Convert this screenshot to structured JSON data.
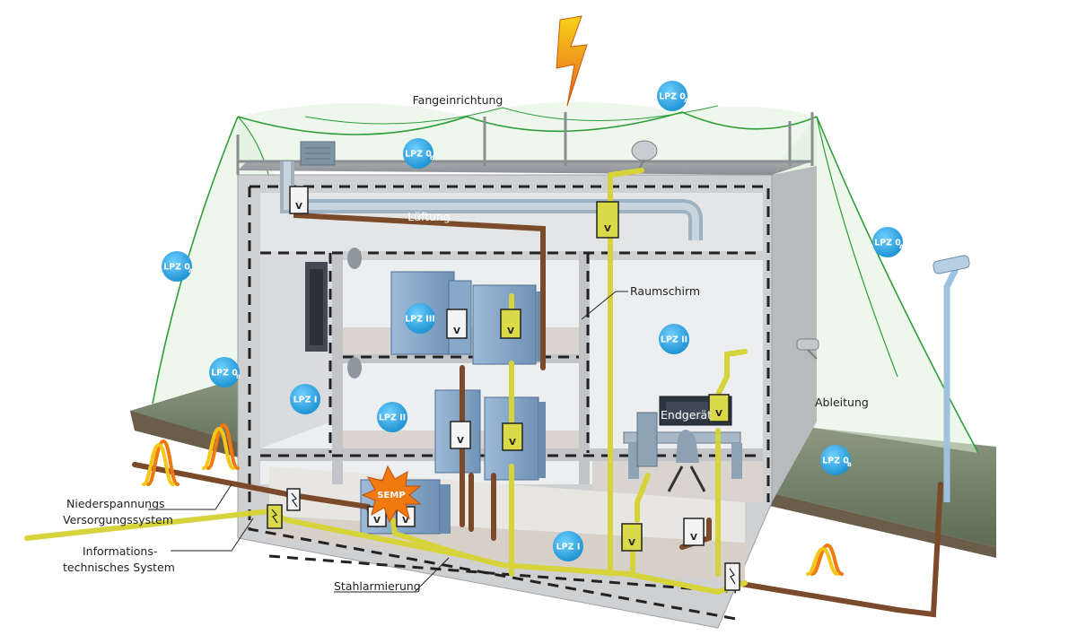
{
  "labels": {
    "fangeinrichtung": "Fangeinrichtung",
    "lueftung": "Lüftung",
    "raumschirm": "Raumschirm",
    "ableitung": "Ableitung",
    "endgeraet": "Endgerät",
    "niederspannung_1": "Niederspannungs",
    "niederspannung_2": "Versorgungssystem",
    "information_1": "Informations-",
    "information_2": "technisches System",
    "stahlarmierung": "Stahlarmierung"
  },
  "zones": [
    {
      "main": "LPZ 0",
      "sub": "A"
    },
    {
      "main": "LPZ 0",
      "sub": "B"
    },
    {
      "main": "LPZ 0",
      "sub": "A"
    },
    {
      "main": "LPZ 0",
      "sub": "A"
    },
    {
      "main": "LPZ 0",
      "sub": "B"
    },
    {
      "main": "LPZ 0",
      "sub": "B"
    },
    {
      "main": "LPZ I",
      "sub": ""
    },
    {
      "main": "LPZ II",
      "sub": ""
    },
    {
      "main": "LPZ III",
      "sub": ""
    },
    {
      "main": "LPZ II",
      "sub": ""
    },
    {
      "main": "LPZ I",
      "sub": ""
    }
  ],
  "semp": "SEMP",
  "spd_symbol": "V",
  "colors": {
    "lightning_top": "#f7d21a",
    "lightning_bottom": "#e8601c",
    "net": "#2f9e3a",
    "net_fill": "#dff0dc",
    "concrete": "#cfd0d2",
    "concrete_dark": "#9ea1a5",
    "interior": "#eceef0",
    "floor": "#d9d4cf",
    "cabinet": "#8fb0cf",
    "power_cable": "#7a4a2a",
    "info_cable": "#d6d43a",
    "spd": "#d9d94a",
    "zone_badge": "#2aa7e2",
    "ground": "#6f7f66",
    "semp_burst": "#f07a10"
  }
}
